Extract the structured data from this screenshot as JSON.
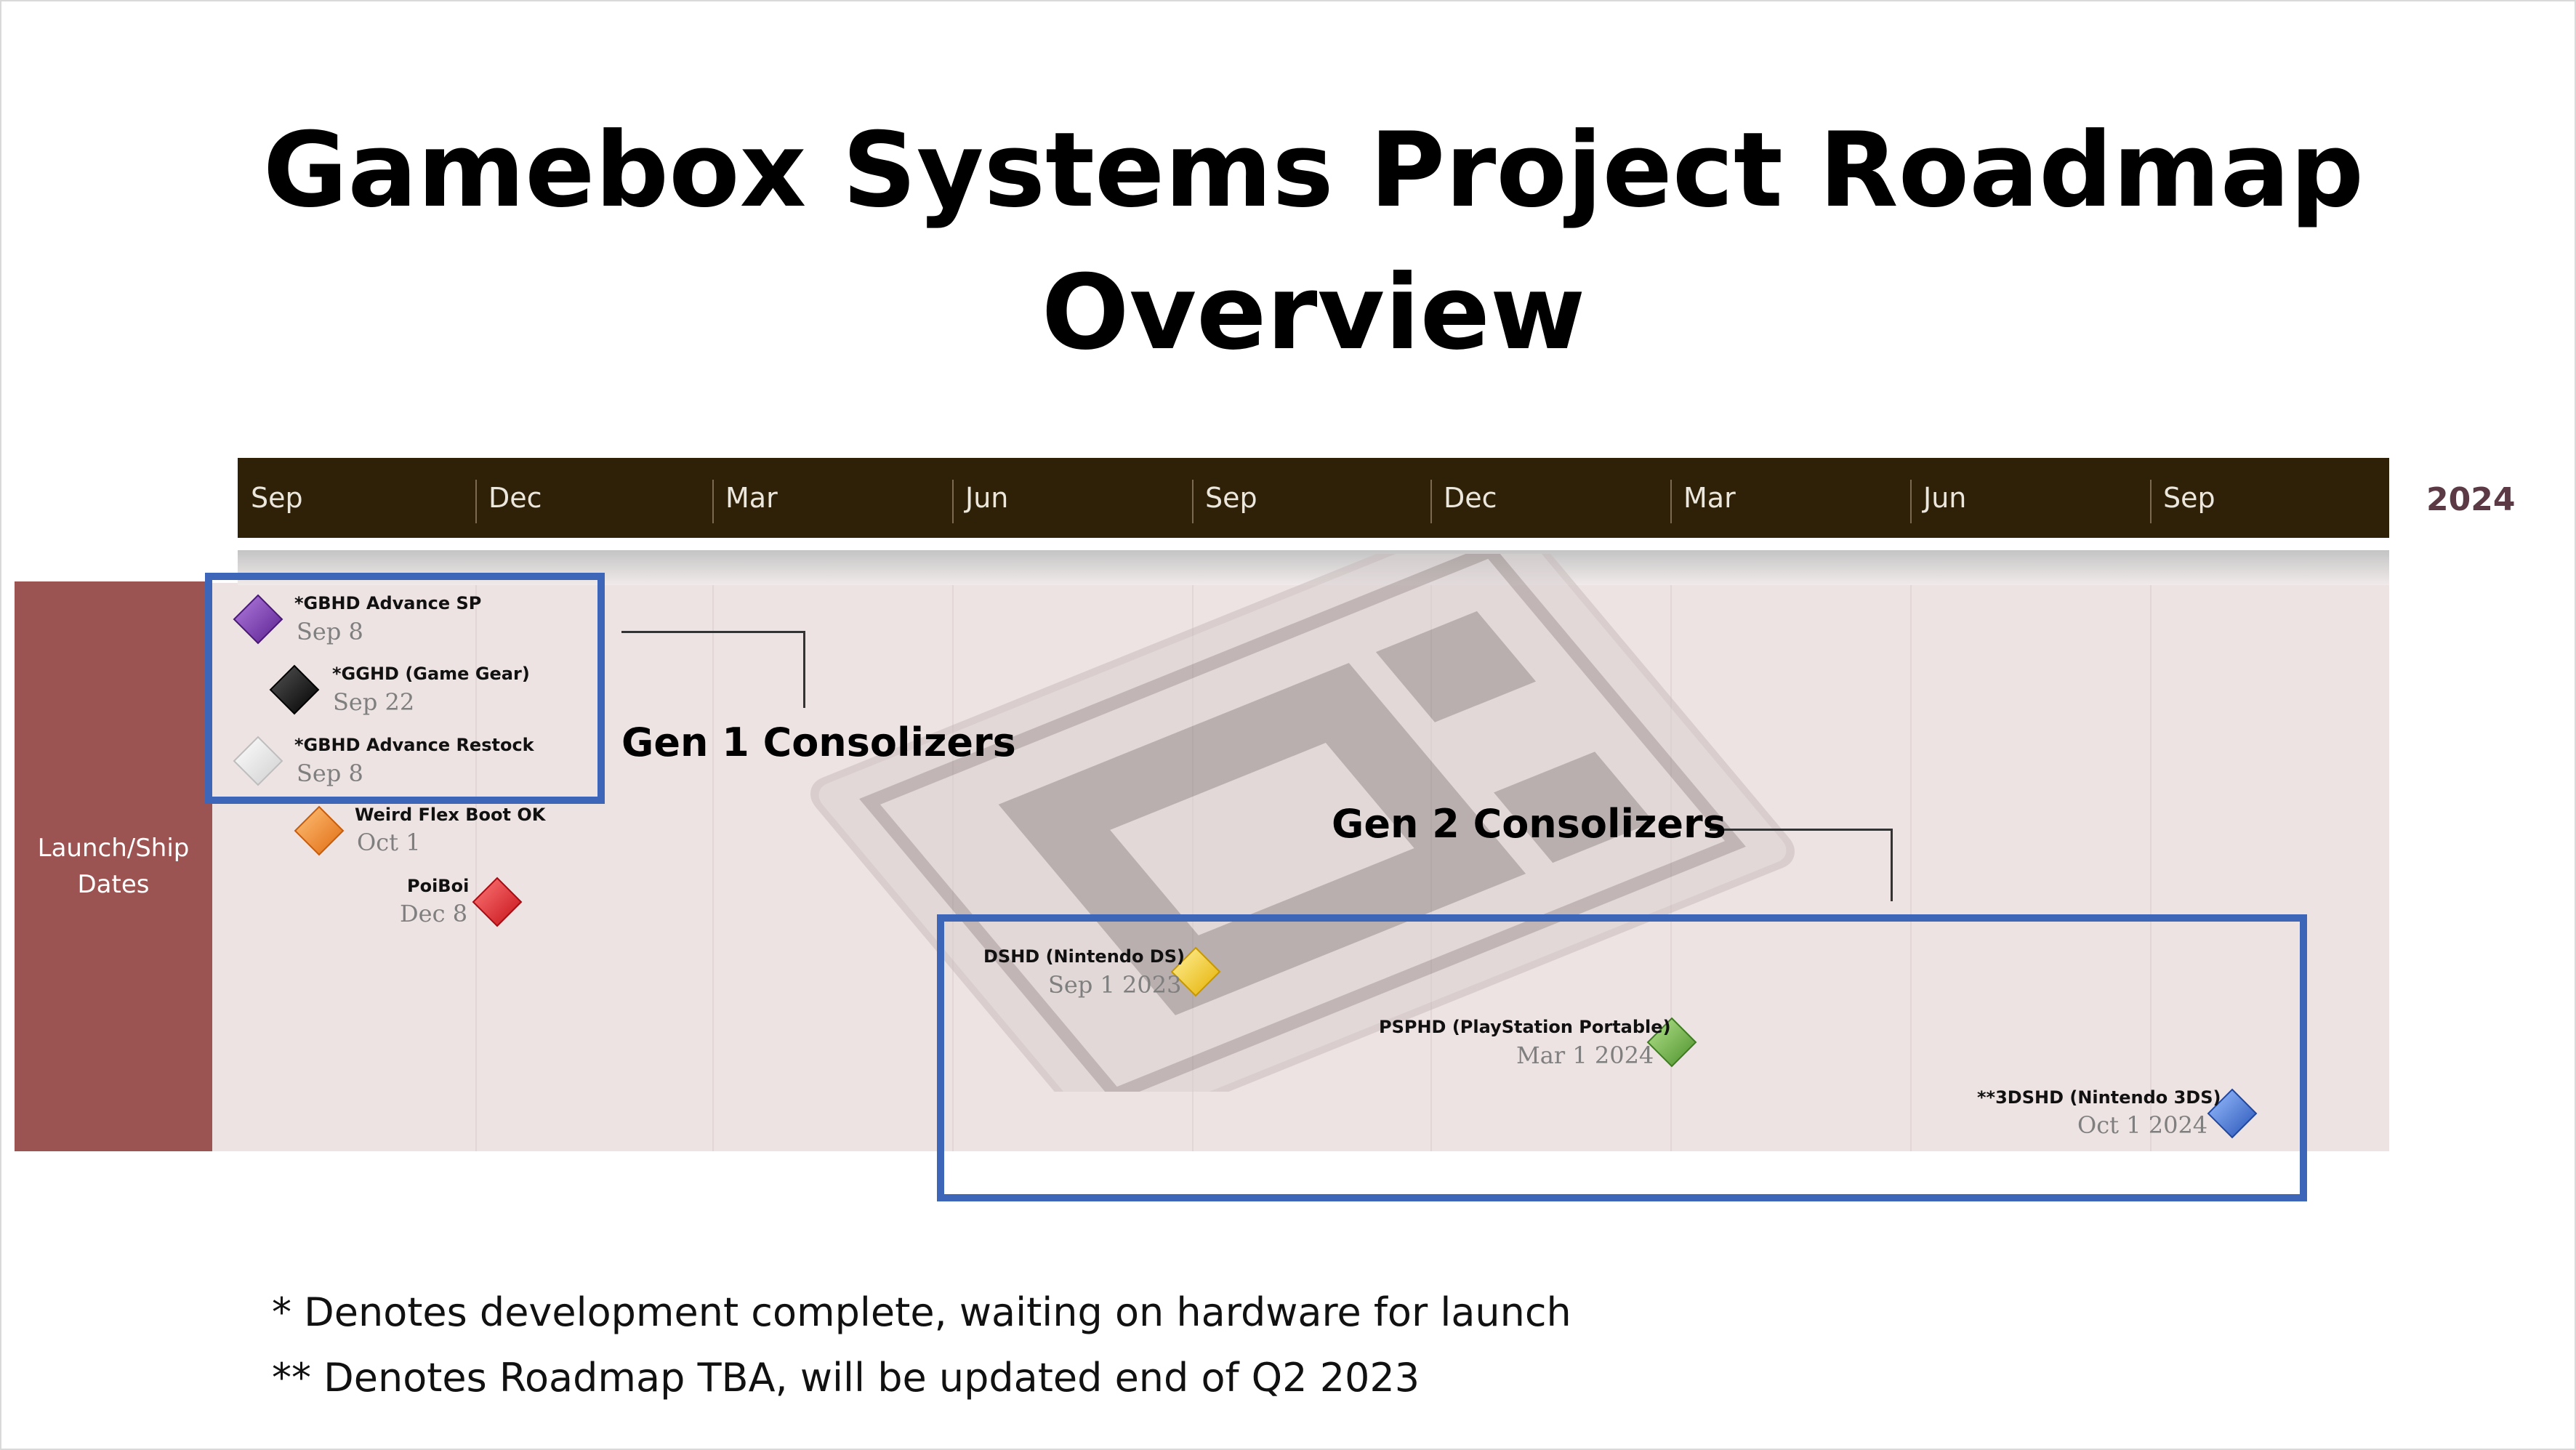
{
  "title_lines": [
    "Gamebox Systems Project Roadmap",
    "Overview"
  ],
  "timeline": {
    "months": [
      "Sep",
      "Dec",
      "Mar",
      "Jun",
      "Sep",
      "Dec",
      "Mar",
      "Jun",
      "Sep"
    ],
    "year_label": "2024",
    "band_color": "#2f2108"
  },
  "row_label": [
    "Launch/Ship",
    "Dates"
  ],
  "groups": [
    {
      "title": "Gen 1 Consolizers",
      "border_color": "#3d66b9"
    },
    {
      "title": "Gen 2 Consolizers",
      "border_color": "#3d66b9"
    }
  ],
  "milestones": [
    {
      "name": "*GBHD Advance SP",
      "date": "Sep 8",
      "color": "#7a33b5"
    },
    {
      "name": "*GGHD (Game Gear)",
      "date": "Sep 22",
      "color": "#000000"
    },
    {
      "name": "*GBHD Advance Restock",
      "date": "Sep 8",
      "color": "#ffffff"
    },
    {
      "name": "Weird Flex Boot OK",
      "date": "Oct 1",
      "color": "#f0862f"
    },
    {
      "name": "PoiBoi",
      "date": "Dec 8",
      "color": "#e8232a"
    },
    {
      "name": "DSHD (Nintendo DS)",
      "date": "Sep 1 2023",
      "color": "#f3c21a"
    },
    {
      "name": "PSPHD (PlayStation Portable)",
      "date": "Mar 1 2024",
      "color": "#6ab344"
    },
    {
      "name": "**3DSHD (Nintendo 3DS)",
      "date": "Oct 1 2024",
      "color": "#3f6fcf"
    }
  ],
  "footnotes": [
    "* Denotes development complete, waiting on hardware for launch",
    "** Denotes Roadmap TBA, will be updated end of Q2 2023"
  ]
}
